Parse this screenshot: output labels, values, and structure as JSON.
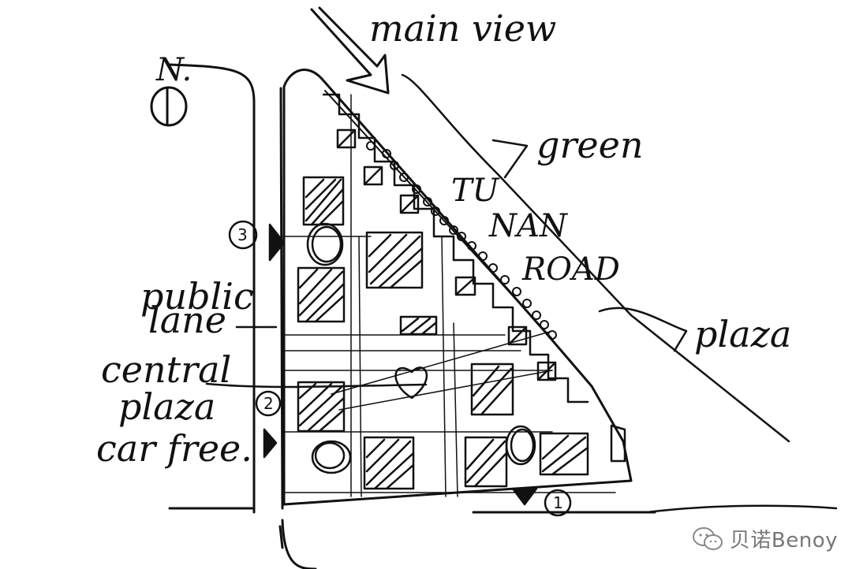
{
  "labels": {
    "main_view": "main view",
    "north": "N.",
    "green": "green",
    "road_1": "TU",
    "road_2": "NAN",
    "road_3": "ROAD",
    "plaza_right": "plaza",
    "public_1": "public",
    "public_2": "lane",
    "central_1": "central",
    "central_2": "plaza",
    "central_3": "car free."
  },
  "markers": {
    "m1": "1",
    "m2": "2",
    "m3": "3"
  },
  "watermark": {
    "text": "贝诺Benoy",
    "icon": "wechat-bubble-icon"
  },
  "colors": {
    "ink": "#111111",
    "paper": "#ffffff",
    "watermark": "#777777"
  }
}
